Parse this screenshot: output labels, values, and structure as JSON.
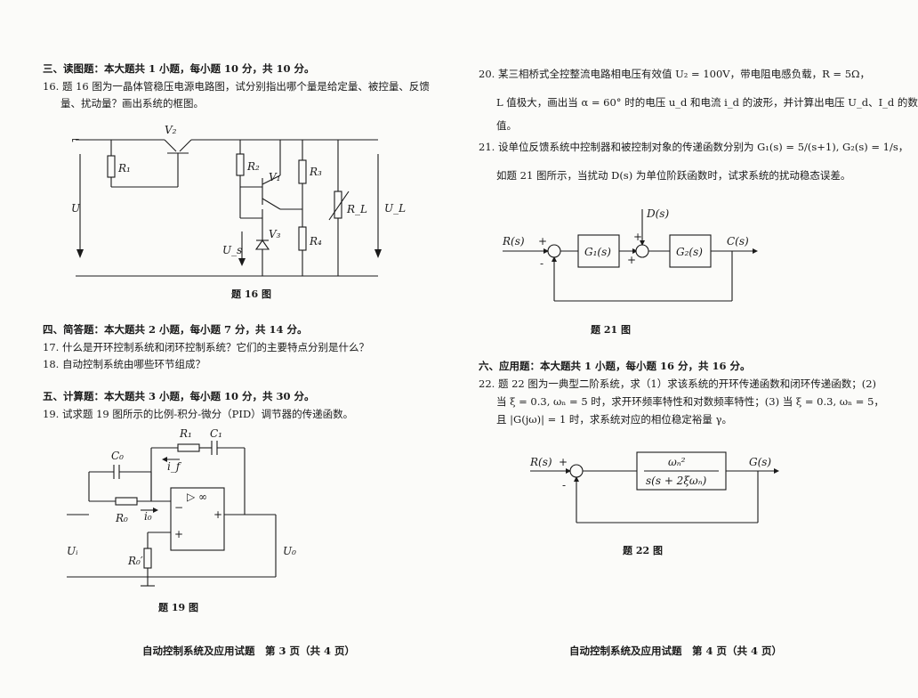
{
  "left": {
    "sec3": "三、读图题：本大题共 1 小题，每小题 10 分，共 10 分。",
    "q16_1": "16. 题 16 图为一晶体管稳压电源电路图，试分别指出哪个量是给定量、被控量、反馈",
    "q16_2": "量、扰动量？画出系统的框图。",
    "fig16_caption": "题 16 图",
    "sec4": "四、简答题：本大题共 2 小题，每小题 7 分，共 14 分。",
    "q17": "17. 什么是开环控制系统和闭环控制系统？它们的主要特点分别是什么？",
    "q18": "18. 自动控制系统由哪些环节组成？",
    "sec5": "五、计算题：本大题共 3 小题，每小题 10 分，共 30 分。",
    "q19": "19. 试求题 19 图所示的比例-积分-微分（PID）调节器的传递函数。",
    "fig19_caption": "题 19 图",
    "footer": "自动控制系统及应用试题　第 3 页（共 4 页）"
  },
  "right": {
    "q20_1": "20. 某三相桥式全控整流电路相电压有效值 U₂ = 100V，带电阻电感负载，R = 5Ω，",
    "q20_2": "L 值极大，画出当 α = 60° 时的电压 u_d 和电流 i_d 的波形，并计算出电压 U_d、I_d 的数",
    "q20_3": "值。",
    "q21_1": "21. 设单位反馈系统中控制器和被控制对象的传递函数分别为 G₁(s) = 5/(s+1), G₂(s) = 1/s，",
    "q21_2": "如题 21 图所示，当扰动 D(s) 为单位阶跃函数时，试求系统的扰动稳态误差。",
    "fig21_caption": "题 21 图",
    "sec6": "六、应用题：本大题共 1 小题，每小题 16 分，共 16 分。",
    "q22_1": "22. 题 22 图为一典型二阶系统，求（1）求该系统的开环传递函数和闭环传递函数；(2)",
    "q22_2": "当 ξ = 0.3, ωₙ = 5 时，求开环频率特性和对数频率特性；(3) 当 ξ = 0.3, ωₙ = 5，",
    "q22_3": "且 |G(jω)| = 1 时，求系统对应的相位稳定裕量 γ。",
    "fig22_caption": "题 22 图",
    "footer": "自动控制系统及应用试题　第 4 页（共 4 页）"
  },
  "fig16": {
    "V2": "V₂",
    "R1": "R₁",
    "R2": "R₂",
    "V1": "V₁",
    "R3": "R₃",
    "RL": "R_L",
    "U": "U",
    "UL": "U_L",
    "Us": "U_s",
    "V3": "V₃",
    "R4": "R₄"
  },
  "fig19": {
    "R1": "R₁",
    "C1": "C₁",
    "C0": "C₀",
    "if": "i_f",
    "R0": "R₀",
    "i0": "i₀",
    "amp": "▷ ∞",
    "minus": "−",
    "plus": "+",
    "plus2": "+",
    "R0p": "R₀′",
    "Ui": "Uᵢ",
    "U0": "U₀"
  },
  "fig21": {
    "R": "R(s)",
    "plus1": "+",
    "minus": "-",
    "G1": "G₁(s)",
    "D": "D(s)",
    "plus2": "+",
    "plus3": "+",
    "G2": "G₂(s)",
    "C": "C(s)"
  },
  "fig22": {
    "R": "R(s)",
    "plus": "+",
    "minus": "-",
    "num": "ωₙ²",
    "den": "s(s + 2ξωₙ)",
    "G": "G(s)"
  }
}
